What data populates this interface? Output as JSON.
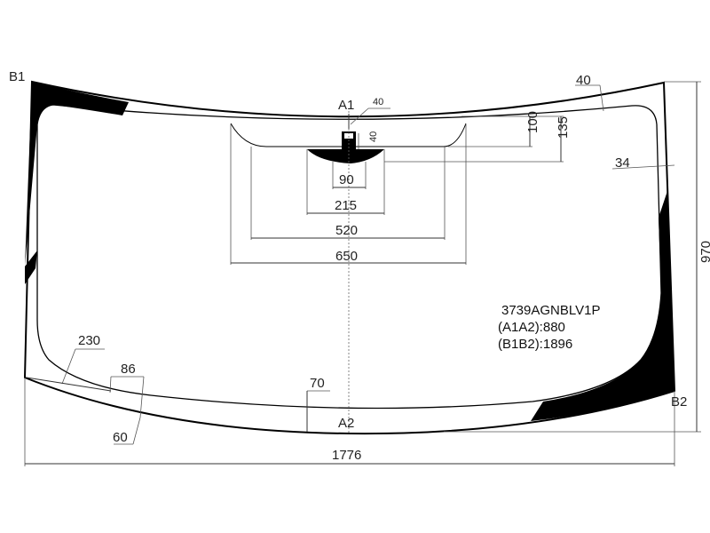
{
  "labels": {
    "b1": "B1",
    "b2": "B2",
    "a1": "A1",
    "a2": "A2"
  },
  "dimensions": {
    "d40_top_right": "40",
    "d40_a1": "40",
    "d40_vertical": "40",
    "d100": "100",
    "d135": "135",
    "d34": "34",
    "d90": "90",
    "d215": "215",
    "d520": "520",
    "d650": "650",
    "d970": "970",
    "d230": "230",
    "d86": "86",
    "d60": "60",
    "d70": "70",
    "d1776": "1776"
  },
  "info": {
    "part_number": "3739AGNBLV1P",
    "a1a2": "(A1A2):880",
    "b1b2": "(B1B2):1896"
  },
  "colors": {
    "line": "#000000",
    "fill_black": "#000000",
    "background": "#ffffff"
  }
}
